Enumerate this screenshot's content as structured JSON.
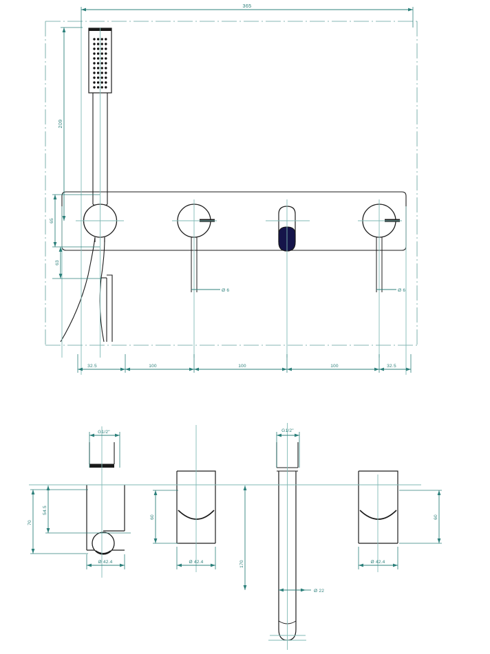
{
  "drawing": {
    "title": "Bath mixer tap technical drawing",
    "units": "mm",
    "line_color": "#1a1a1a",
    "dimension_color": "#2b7f7a",
    "centerline_color": "#7fb9b5",
    "spout_fill_color": "#15144a",
    "background": "#ffffff"
  },
  "front_view": {
    "name": "front-elevation",
    "dimensions": {
      "overall_width": "365",
      "height_to_handshower_top": "209",
      "handshower_holder_center": "65",
      "handshower_drop": "63",
      "hose_dia_left": "Ø 6",
      "hose_dia_right": "Ø 6",
      "spacing": [
        "32.5",
        "100",
        "100",
        "100",
        "32.5"
      ]
    },
    "components": [
      {
        "name": "handshower",
        "label": "handshower-head"
      },
      {
        "name": "holder",
        "label": "handshower-holder-valve"
      },
      {
        "name": "valve-left",
        "label": "diverter-handle"
      },
      {
        "name": "spout",
        "label": "bath-spout"
      },
      {
        "name": "valve-right",
        "label": "mixer-handle"
      },
      {
        "name": "backplate",
        "label": "mounting-plate"
      }
    ]
  },
  "side_view": {
    "name": "side-elevation",
    "dimensions": {
      "thread_left": "G1/2\"",
      "thread_right": "G1/2\"",
      "wall_to_handshower_outlet": "70",
      "wall_to_holder": "54.5",
      "handle_projection_left": "60",
      "handle_projection_right": "60",
      "spout_length": "170",
      "flange_dia_1": "Ø 42.4",
      "flange_dia_2": "Ø 42.4",
      "flange_dia_3": "Ø 42.4",
      "spout_dia": "Ø 22"
    }
  },
  "labels": {
    "d365": "365",
    "d209": "209",
    "d65": "65",
    "d63": "63",
    "dia6_a": "Ø 6",
    "dia6_b": "Ø 6",
    "s_325_a": "32.5",
    "s_100_a": "100",
    "s_100_b": "100",
    "s_100_c": "100",
    "s_325_b": "32.5",
    "g12_a": "G1/2\"",
    "g12_b": "G1/2\"",
    "d70": "70",
    "d545": "54.5",
    "d60_a": "60",
    "d60_b": "60",
    "d170": "170",
    "dia424_a": "Ø 42.4",
    "dia424_b": "Ø 42.4",
    "dia424_c": "Ø 42.4",
    "dia22": "Ø 22"
  }
}
